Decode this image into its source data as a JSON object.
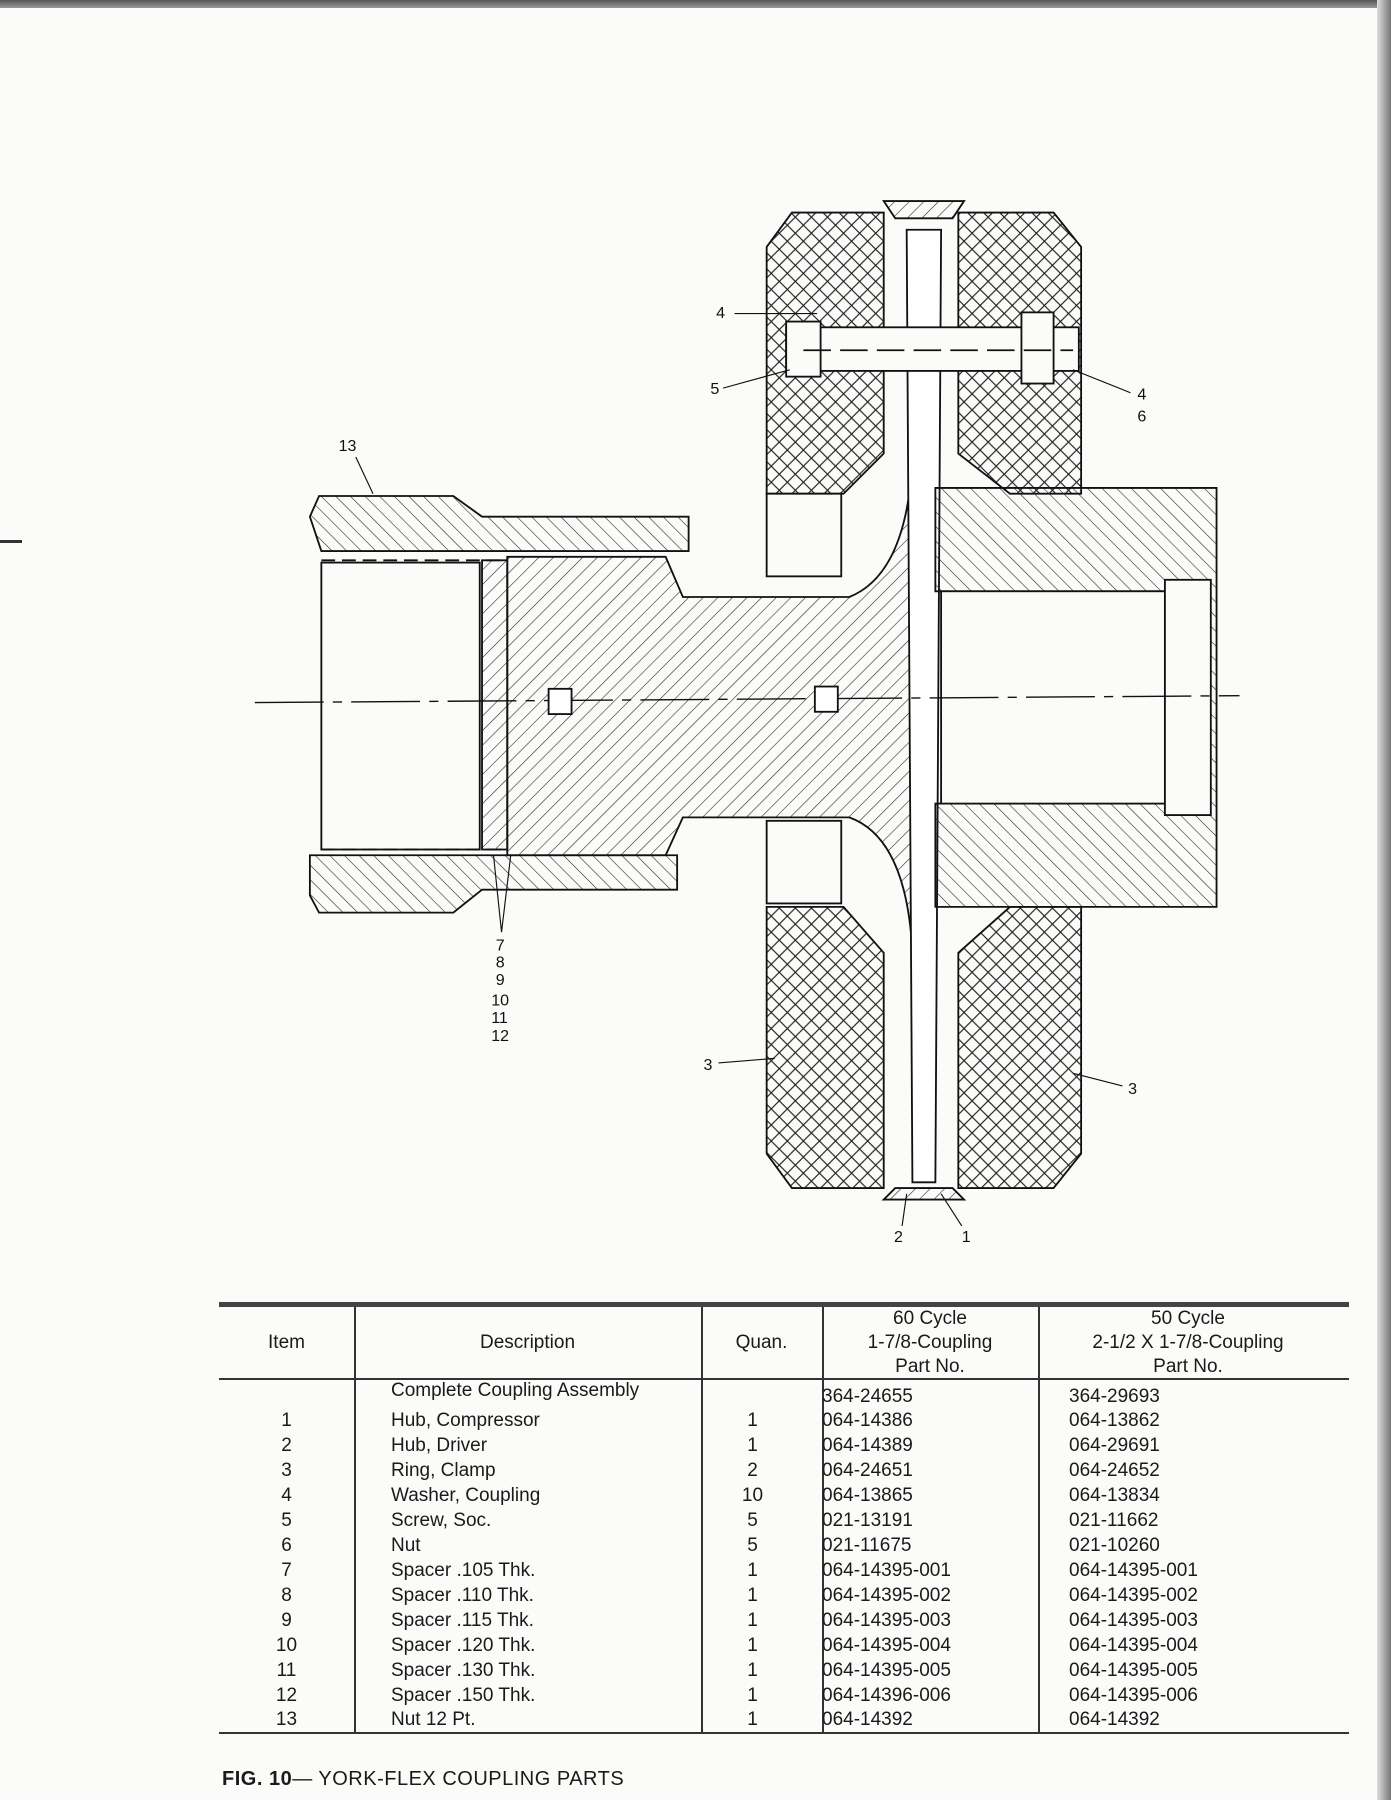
{
  "figure": {
    "caption_prefix": "FIG. 10",
    "caption_text": "— YORK-FLEX COUPLING PARTS",
    "callouts": {
      "c13": "13",
      "c4a": "4",
      "c5": "5",
      "c4b": "4",
      "c6": "6",
      "c7": "7",
      "c8": "8",
      "c9": "9",
      "c10": "10",
      "c11": "11",
      "c12": "12",
      "c3a": "3",
      "c3b": "3",
      "c2": "2",
      "c1": "1"
    }
  },
  "table": {
    "headers": {
      "item": "Item",
      "description": "Description",
      "quantity": "Quan.",
      "p60_line1": "60 Cycle",
      "p60_line2": "1-7/8-Coupling",
      "p60_line3": "Part No.",
      "p50_line1": "50 Cycle",
      "p50_line2": "2-1/2 X 1-7/8-Coupling",
      "p50_line3": "Part No."
    },
    "rows": [
      {
        "item": "",
        "description": "Complete Coupling Assembly",
        "quantity": "",
        "part_60": "364-24655",
        "part_50": "364-29693"
      },
      {
        "item": "1",
        "description": "Hub, Compressor",
        "quantity": "1",
        "part_60": "064-14386",
        "part_50": "064-13862"
      },
      {
        "item": "2",
        "description": "Hub, Driver",
        "quantity": "1",
        "part_60": "064-14389",
        "part_50": "064-29691"
      },
      {
        "item": "3",
        "description": "Ring, Clamp",
        "quantity": "2",
        "part_60": "064-24651",
        "part_50": "064-24652"
      },
      {
        "item": "4",
        "description": "Washer, Coupling",
        "quantity": "10",
        "part_60": "064-13865",
        "part_50": "064-13834"
      },
      {
        "item": "5",
        "description": "Screw, Soc.",
        "quantity": "5",
        "part_60": "021-13191",
        "part_50": "021-11662"
      },
      {
        "item": "6",
        "description": "Nut",
        "quantity": "5",
        "part_60": "021-11675",
        "part_50": "021-10260"
      },
      {
        "item": "7",
        "description": "Spacer .105 Thk.",
        "quantity": "1",
        "part_60": "064-14395-001",
        "part_50": "064-14395-001"
      },
      {
        "item": "8",
        "description": "Spacer .110 Thk.",
        "quantity": "1",
        "part_60": "064-14395-002",
        "part_50": "064-14395-002"
      },
      {
        "item": "9",
        "description": "Spacer .115 Thk.",
        "quantity": "1",
        "part_60": "064-14395-003",
        "part_50": "064-14395-003"
      },
      {
        "item": "10",
        "description": "Spacer .120 Thk.",
        "quantity": "1",
        "part_60": "064-14395-004",
        "part_50": "064-14395-004"
      },
      {
        "item": "11",
        "description": "Spacer .130 Thk.",
        "quantity": "1",
        "part_60": "064-14395-005",
        "part_50": "064-14395-005"
      },
      {
        "item": "12",
        "description": "Spacer .150 Thk.",
        "quantity": "1",
        "part_60": "064-14396-006",
        "part_50": "064-14395-006"
      },
      {
        "item": "13",
        "description": "Nut 12 Pt.",
        "quantity": "1",
        "part_60": "064-14392",
        "part_50": "064-14392"
      }
    ]
  }
}
